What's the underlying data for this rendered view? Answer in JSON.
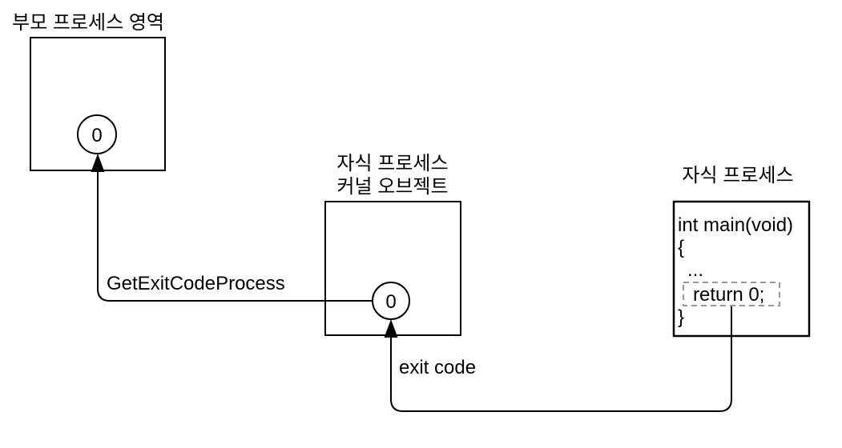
{
  "diagram": {
    "parent_process": {
      "label": "부모 프로세스 영역",
      "counter_value": "0"
    },
    "child_kernel_object": {
      "label_line1": "자식 프로세스",
      "label_line2": "커널 오브젝트",
      "counter_value": "0"
    },
    "child_process": {
      "label": "자식 프로세스",
      "code": {
        "line1": "int main(void)",
        "line2": "{",
        "line3": "...",
        "line4": "return 0;",
        "line5": "}"
      }
    },
    "edges": {
      "get_exit_code_label": "GetExitCodeProcess",
      "exit_code_label": "exit code"
    },
    "colors": {
      "line": "#000000",
      "text": "#000000",
      "return_highlight_border": "#999999",
      "background": "#ffffff"
    }
  }
}
